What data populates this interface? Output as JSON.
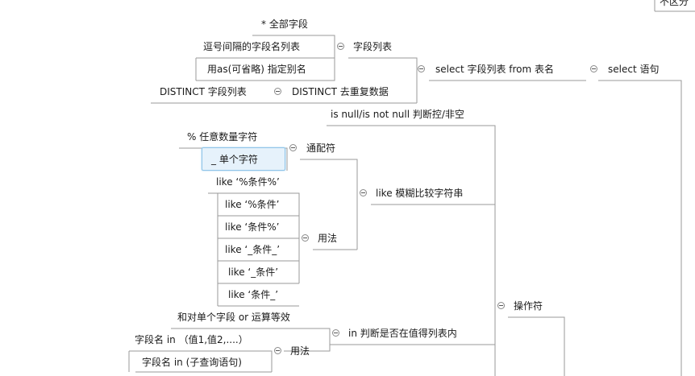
{
  "nodes": {
    "top_right_fragment": "不区分",
    "all_fields": "* 全部字段",
    "comma_fields": "逗号间隔的字段名列表",
    "field_list": "字段列表",
    "alias": "用as(可省略) 指定别名",
    "select_from": "select 字段列表 from 表名",
    "select_stmt": "select 语句",
    "distinct_list": "DISTINCT 字段列表",
    "distinct_dedupe": "DISTINCT 去重复数据",
    "is_null": "is null/is not null 判断控/非空",
    "percent_wildcard": "% 任意数量字符",
    "wildcard": "通配符",
    "underscore_wildcard": "_ 单个字符",
    "like_compare": "like 模糊比较字符串",
    "like_1": "like ‘%条件%’",
    "like_2": "like ‘%条件’",
    "like_3": "like ‘条件%’",
    "usage_like": "用法",
    "like_4": "like ‘_条件_’",
    "like_5": "like ‘_条件’",
    "like_6": "like ‘条件_’",
    "operators": "操作符",
    "or_equivalent": "和对单个字段 or 运算等效",
    "in_check": "in 判断是否在值得列表内",
    "in_values": "字段名 in （值1,值2,....）",
    "usage_in": "用法",
    "in_subquery": "字段名 in (子查询语句)"
  },
  "colors": {
    "line": "#9a9a9a",
    "selected_fill": "#e6f2fb",
    "selected_border": "#8ec4e8"
  }
}
